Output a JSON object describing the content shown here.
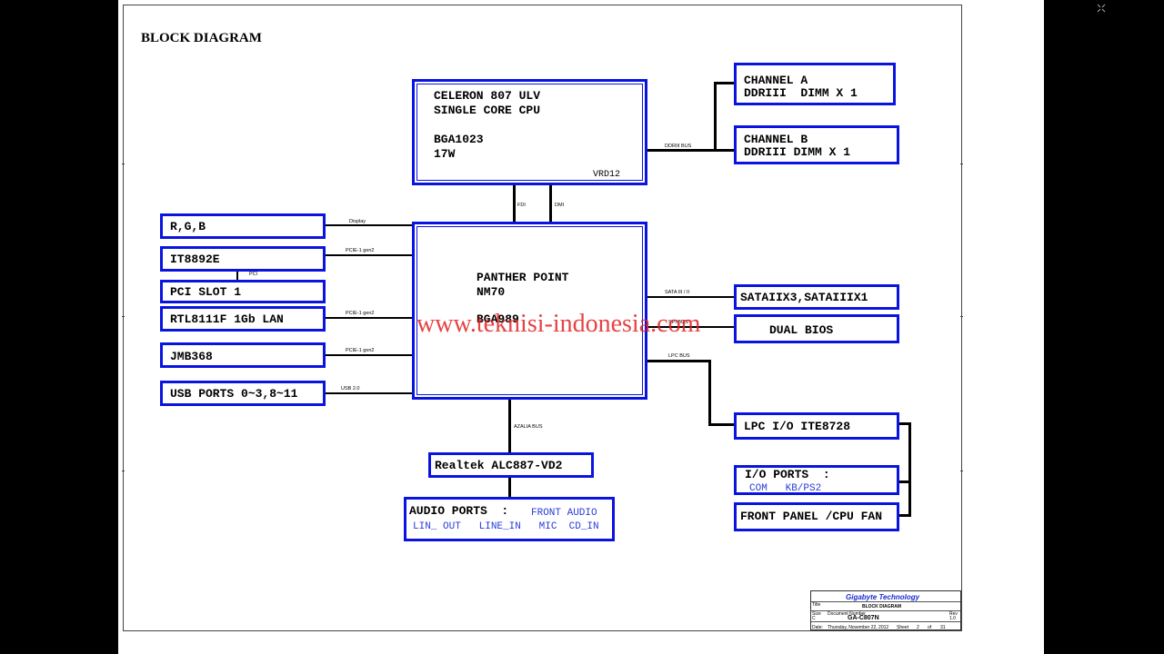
{
  "page": {
    "title": "BLOCK DIAGRAM"
  },
  "blocks": {
    "cpu": {
      "l1": "CELERON 807 ULV",
      "l2": "SINGLE CORE CPU",
      "l3": "BGA1023",
      "l4": "17W",
      "tag": "VRD12"
    },
    "ch_a": {
      "l1": "CHANNEL A",
      "l2": "DDRIII  DIMM X 1"
    },
    "ch_b": {
      "l1": "CHANNEL B",
      "l2": "DDRIII DIMM X 1"
    },
    "pch": {
      "l1": "PANTHER POINT",
      "l2": "NM70",
      "l3": "BGA989"
    },
    "rgb": "R,G,B",
    "it8892e": "IT8892E",
    "pci_slot": "PCI SLOT 1",
    "rtl": "RTL8111F 1Gb LAN",
    "jmb": "JMB368",
    "usb": "USB PORTS 0~3,8~11",
    "sata": "SATAIIX3,SATAIIIX1",
    "bios": "DUAL BIOS",
    "lpc_io": "LPC I/O ITE8728",
    "io_ports": {
      "l1": "I/O PORTS  :",
      "l2": "COM   KB/PS2"
    },
    "front_panel": "FRONT PANEL /CPU FAN",
    "realtek": "Realtek ALC887-VD2",
    "audio": {
      "l1": "AUDIO PORTS  :",
      "l1b": "FRONT AUDIO",
      "l2": "LIN_ OUT   LINE_IN   MIC  CD_IN"
    }
  },
  "bus_labels": {
    "ddr": "DDRIII BUS",
    "fdi": "FDI",
    "dmi": "DMI",
    "display": "Display",
    "pcie1": "PCIE-1 gen2",
    "pci": "PCI",
    "pcie2": "PCIE-1 gen2",
    "pcie3": "PCIE-1 gen2",
    "usb": "USB 2.0",
    "sata": "SATA III / II",
    "spi": "SPI BUS",
    "lpc": "LPC BUS",
    "azalia": "AZALIA BUS"
  },
  "watermark": "www.teknisi-indonesia.com",
  "title_block": {
    "company": "Gigabyte Technology",
    "title_label": "Title",
    "title": "BLOCK DIAGRAM",
    "size_label": "Size",
    "size": "C",
    "doc_label": "Document Number",
    "doc": "GA-C807N",
    "rev_label": "Rev",
    "rev": "1.0",
    "date_label": "Date:",
    "date": "Thursday, November 22, 2012",
    "sheet_label": "Sheet",
    "sheet": "2",
    "of_label": "of",
    "of": "31"
  },
  "colors": {
    "box_border": "#0a14e0",
    "watermark": "#e32222",
    "background": "#000000"
  }
}
